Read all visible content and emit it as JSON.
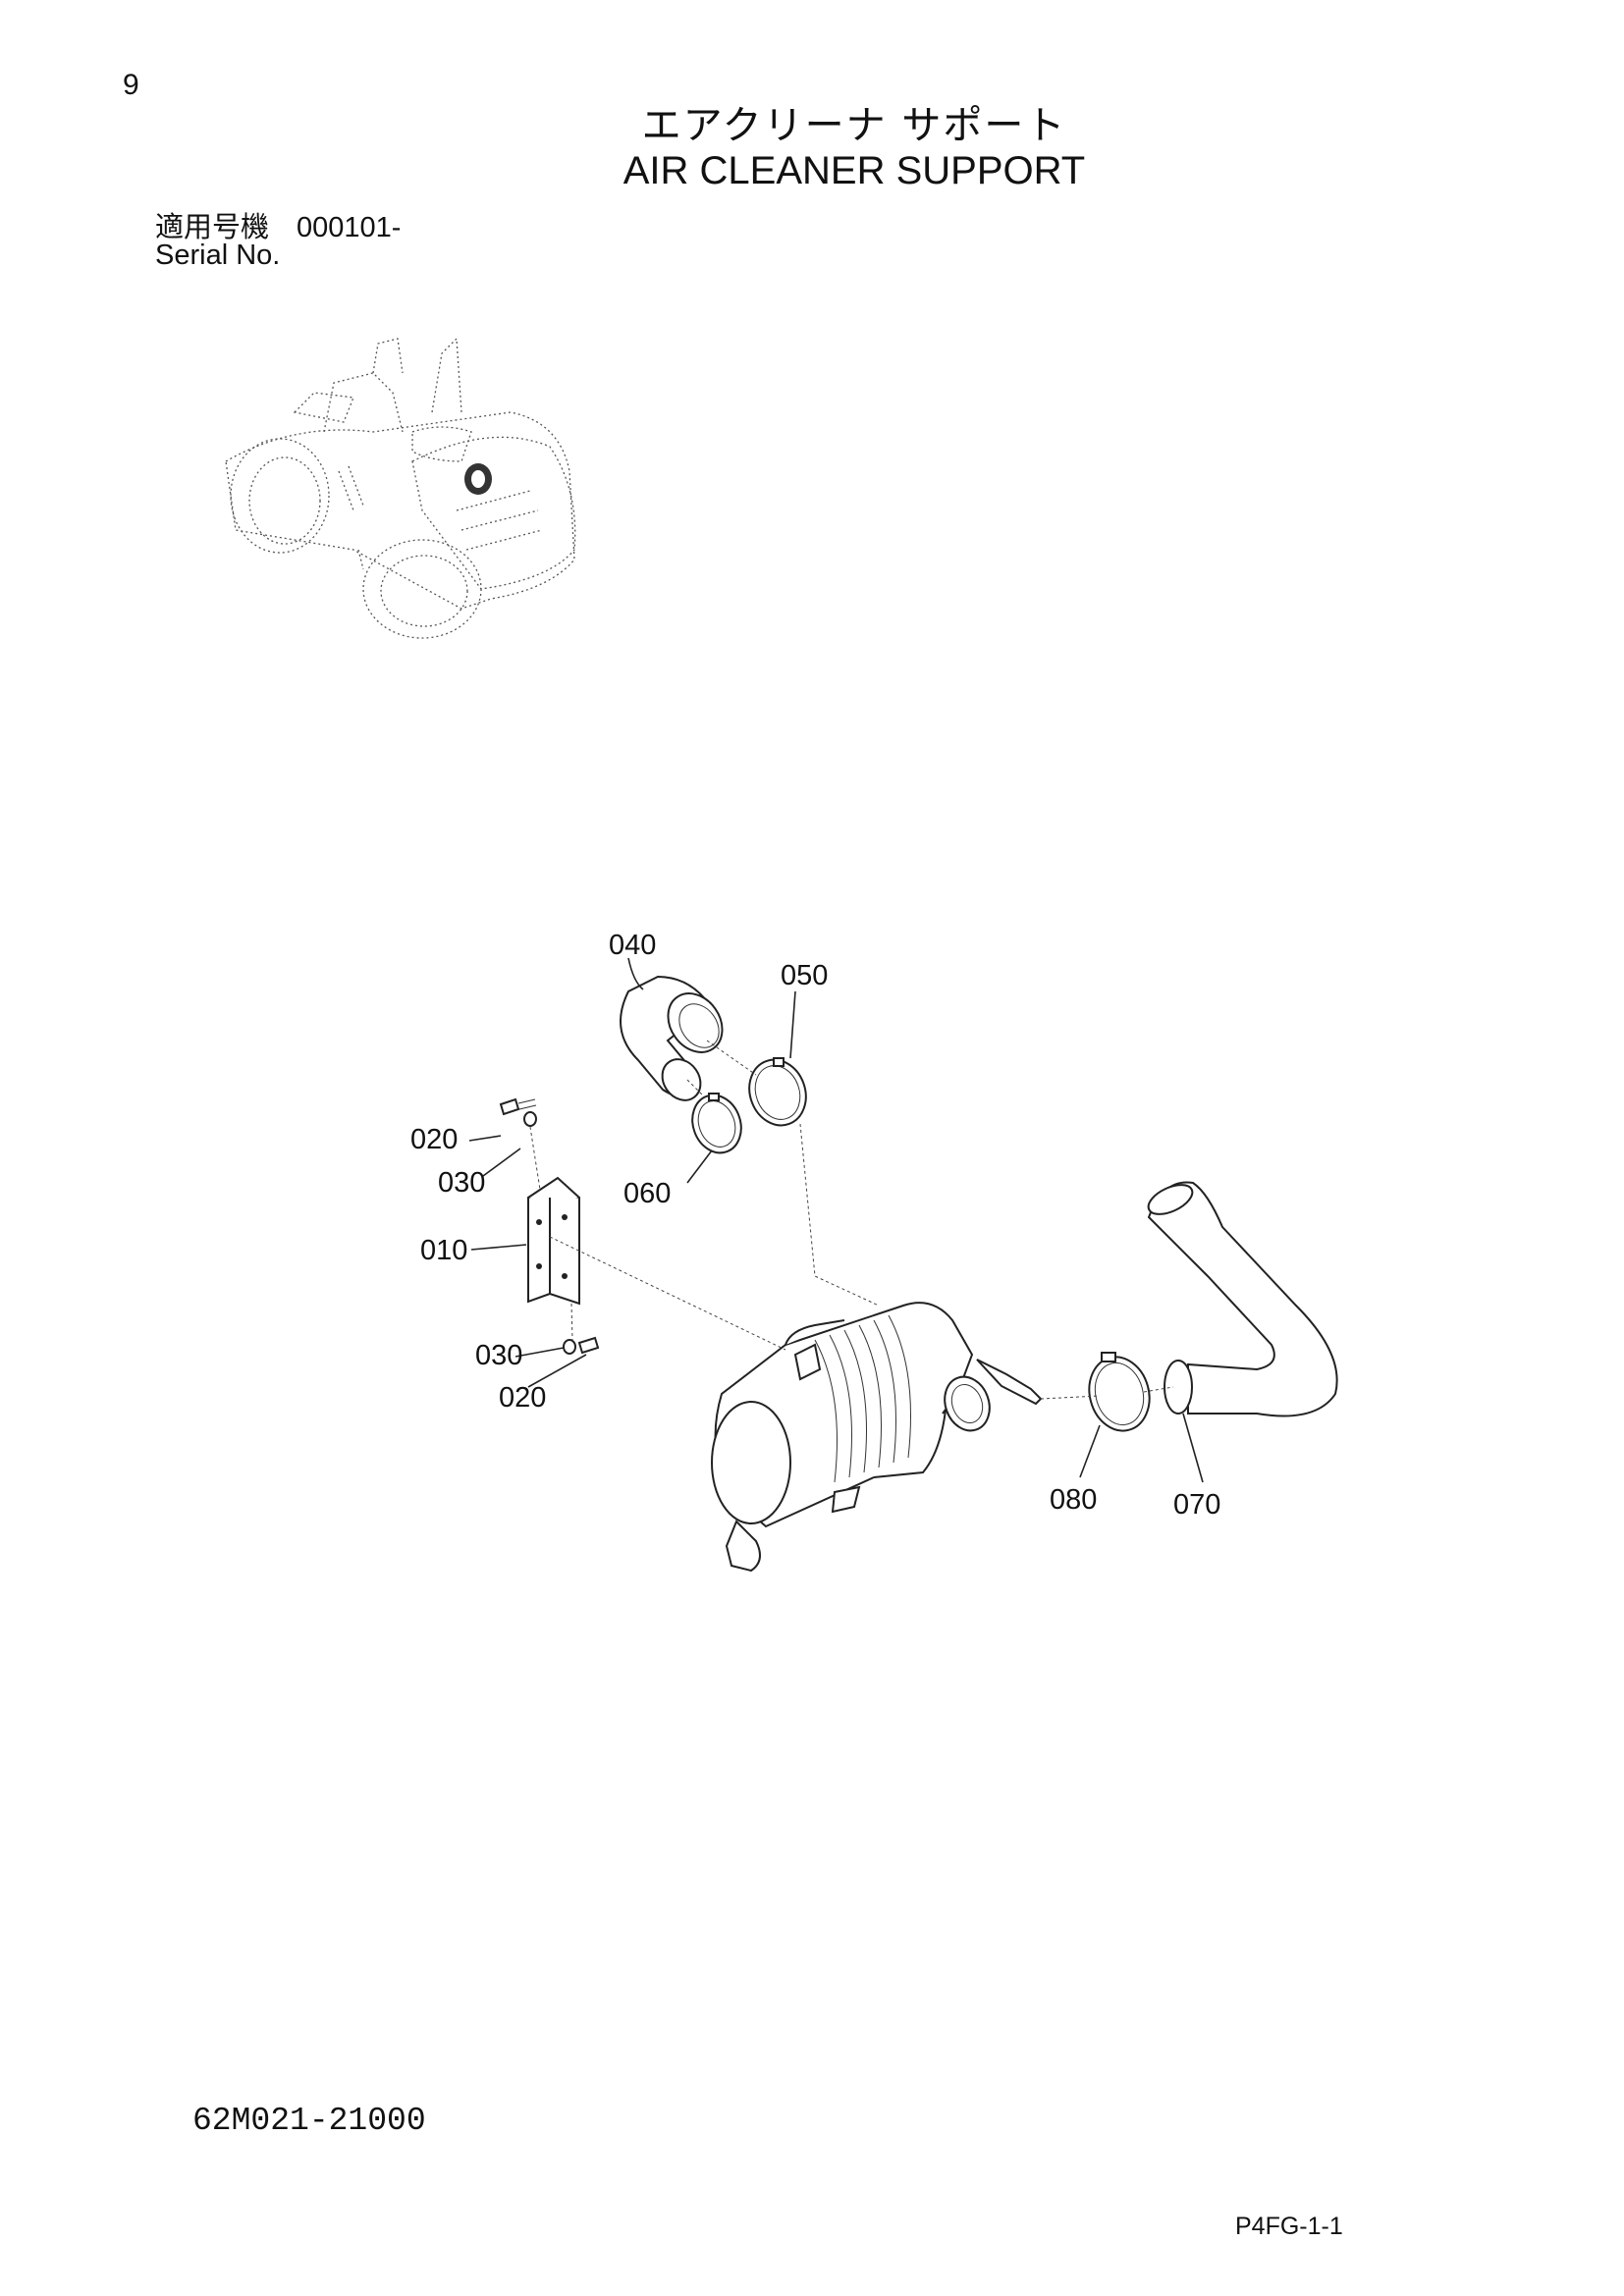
{
  "header": {
    "page_number": "9",
    "title_jp": "エアクリーナ サポート",
    "title_en": "AIR CLEANER SUPPORT",
    "serial_label_jp": "適用号機",
    "serial_value": "000101-",
    "serial_label_en": "Serial No."
  },
  "diagram": {
    "callouts": [
      "040",
      "050",
      "020",
      "030",
      "060",
      "010",
      "030",
      "020",
      "080",
      "070"
    ]
  },
  "footer": {
    "drawing_code": "62M021-21000",
    "page_code": "P4FG-1-1"
  }
}
